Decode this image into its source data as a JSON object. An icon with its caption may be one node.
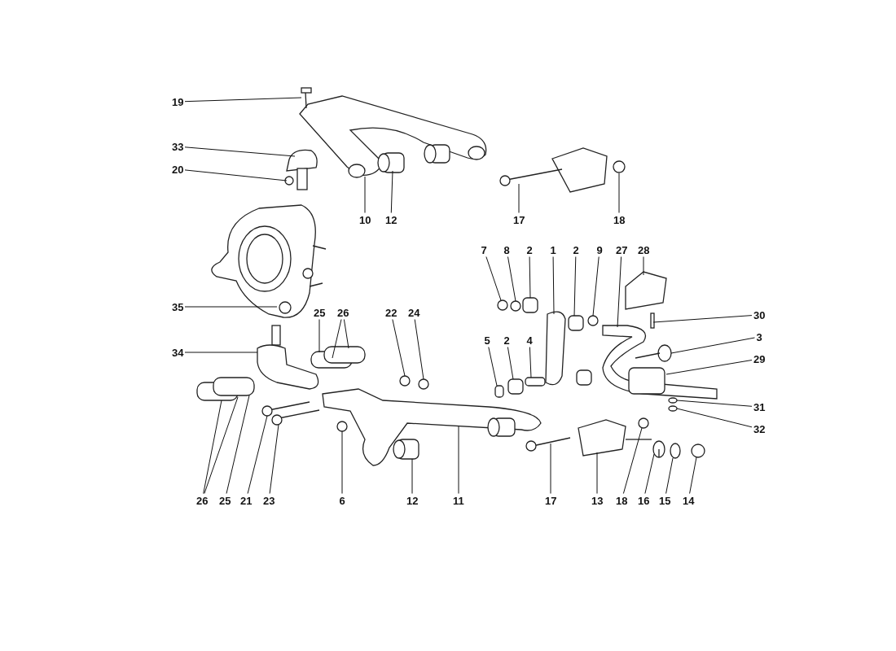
{
  "diagram": {
    "nodes": [
      {
        "text": [
          "19"
        ]
      },
      {
        "text": [
          "33"
        ]
      },
      {
        "text": [
          "20"
        ]
      },
      {
        "text": [
          "10"
        ]
      },
      {
        "text": [
          "12"
        ]
      },
      {
        "text": [
          "17"
        ]
      },
      {
        "text": [
          "18"
        ]
      },
      {
        "text": [
          "7"
        ]
      },
      {
        "text": [
          "8"
        ]
      },
      {
        "text": [
          "2"
        ]
      },
      {
        "text": [
          "1"
        ]
      },
      {
        "text": [
          "2"
        ]
      },
      {
        "text": [
          "9"
        ]
      },
      {
        "text": [
          "27"
        ]
      },
      {
        "text": [
          "28"
        ]
      },
      {
        "text": [
          "35"
        ]
      },
      {
        "text": [
          "25"
        ]
      },
      {
        "text": [
          "26"
        ]
      },
      {
        "text": [
          "22"
        ]
      },
      {
        "text": [
          "24"
        ]
      },
      {
        "text": [
          "30"
        ]
      },
      {
        "text": [
          "34"
        ]
      },
      {
        "text": [
          "5"
        ]
      },
      {
        "text": [
          "2"
        ]
      },
      {
        "text": [
          "4"
        ]
      },
      {
        "text": [
          "3"
        ]
      },
      {
        "text": [
          "29"
        ]
      },
      {
        "text": [
          "31"
        ]
      },
      {
        "text": [
          "32"
        ]
      },
      {
        "text": [
          "26"
        ]
      },
      {
        "text": [
          "25"
        ]
      },
      {
        "text": [
          "21"
        ]
      },
      {
        "text": [
          "23"
        ]
      },
      {
        "text": [
          "6"
        ]
      },
      {
        "text": [
          "12"
        ]
      },
      {
        "text": [
          "11"
        ]
      },
      {
        "text": [
          "17"
        ]
      },
      {
        "text": [
          "13"
        ]
      },
      {
        "text": [
          "18"
        ]
      },
      {
        "text": [
          "16"
        ]
      },
      {
        "text": [
          "15"
        ]
      },
      {
        "text": [
          "14"
        ]
      }
    ],
    "edges": [
      {
        "from": 0,
        "to": null,
        "arrow": "none"
      },
      {
        "from": 1,
        "to": null,
        "arrow": "none"
      },
      {
        "from": 2,
        "to": null,
        "arrow": "none"
      },
      {
        "from": 3,
        "to": null,
        "arrow": "none"
      },
      {
        "from": 4,
        "to": null,
        "arrow": "none"
      },
      {
        "from": 5,
        "to": null,
        "arrow": "none"
      },
      {
        "from": 6,
        "to": null,
        "arrow": "none"
      },
      {
        "from": 7,
        "to": null,
        "arrow": "none"
      },
      {
        "from": 8,
        "to": null,
        "arrow": "none"
      },
      {
        "from": 9,
        "to": null,
        "arrow": "none"
      },
      {
        "from": 10,
        "to": null,
        "arrow": "none"
      },
      {
        "from": 11,
        "to": null,
        "arrow": "none"
      },
      {
        "from": 12,
        "to": null,
        "arrow": "none"
      },
      {
        "from": 13,
        "to": null,
        "arrow": "none"
      },
      {
        "from": 14,
        "to": null,
        "arrow": "none"
      },
      {
        "from": 15,
        "to": null,
        "arrow": "none"
      },
      {
        "from": 16,
        "to": null,
        "arrow": "none"
      },
      {
        "from": 17,
        "to": null,
        "arrow": "none"
      },
      {
        "from": 17,
        "to": null,
        "arrow": "none"
      },
      {
        "from": 18,
        "to": null,
        "arrow": "none"
      },
      {
        "from": 19,
        "to": null,
        "arrow": "none"
      },
      {
        "from": 20,
        "to": null,
        "arrow": "none"
      },
      {
        "from": 21,
        "to": null,
        "arrow": "none"
      },
      {
        "from": 22,
        "to": null,
        "arrow": "none"
      },
      {
        "from": 23,
        "to": null,
        "arrow": "none"
      },
      {
        "from": 24,
        "to": null,
        "arrow": "none"
      },
      {
        "from": 25,
        "to": null,
        "arrow": "none"
      },
      {
        "from": 26,
        "to": null,
        "arrow": "none"
      },
      {
        "from": 27,
        "to": null,
        "arrow": "none"
      },
      {
        "from": 28,
        "to": null,
        "arrow": "none"
      },
      {
        "from": 29,
        "to": null,
        "arrow": "none"
      },
      {
        "from": 29,
        "to": null,
        "arrow": "none"
      },
      {
        "from": 30,
        "to": null,
        "arrow": "none"
      },
      {
        "from": 31,
        "to": null,
        "arrow": "none"
      },
      {
        "from": 32,
        "to": null,
        "arrow": "none"
      },
      {
        "from": 33,
        "to": null,
        "arrow": "none"
      },
      {
        "from": 34,
        "to": null,
        "arrow": "none"
      },
      {
        "from": 35,
        "to": null,
        "arrow": "none"
      },
      {
        "from": 36,
        "to": null,
        "arrow": "none"
      },
      {
        "from": 37,
        "to": null,
        "arrow": "none"
      },
      {
        "from": 38,
        "to": null,
        "arrow": "none"
      },
      {
        "from": 39,
        "to": null,
        "arrow": "none"
      },
      {
        "from": 40,
        "to": null,
        "arrow": "none"
      },
      {
        "from": 41,
        "to": null,
        "arrow": "none"
      }
    ]
  }
}
